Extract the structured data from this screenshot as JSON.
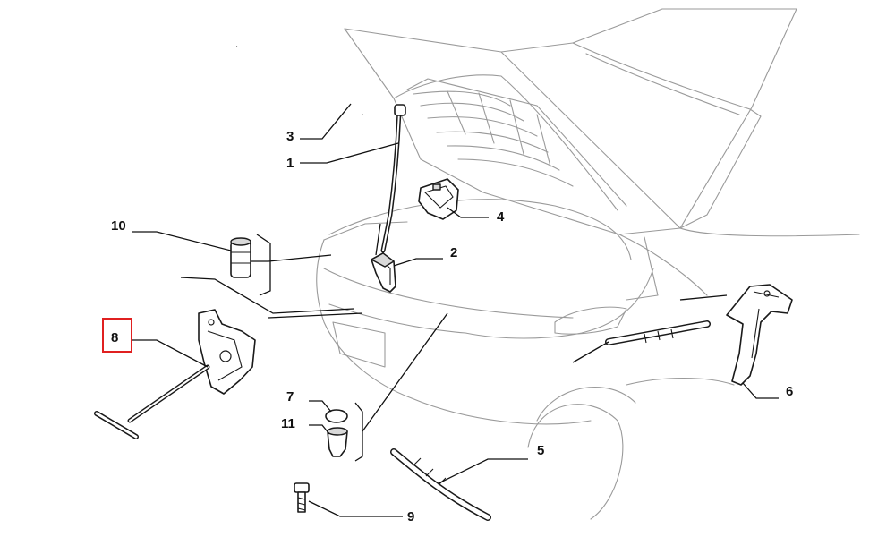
{
  "diagram": {
    "callouts": [
      {
        "id": "1",
        "label": "1"
      },
      {
        "id": "2",
        "label": "2"
      },
      {
        "id": "3",
        "label": "3"
      },
      {
        "id": "4",
        "label": "4"
      },
      {
        "id": "5",
        "label": "5"
      },
      {
        "id": "6",
        "label": "6"
      },
      {
        "id": "7",
        "label": "7"
      },
      {
        "id": "8",
        "label": "8"
      },
      {
        "id": "9",
        "label": "9"
      },
      {
        "id": "10",
        "label": "10"
      },
      {
        "id": "11",
        "label": "11"
      }
    ],
    "highlighted_callout": "8",
    "colors": {
      "highlight": "#e02020",
      "line": "#111111",
      "car_outline": "#9a9a9a"
    }
  }
}
